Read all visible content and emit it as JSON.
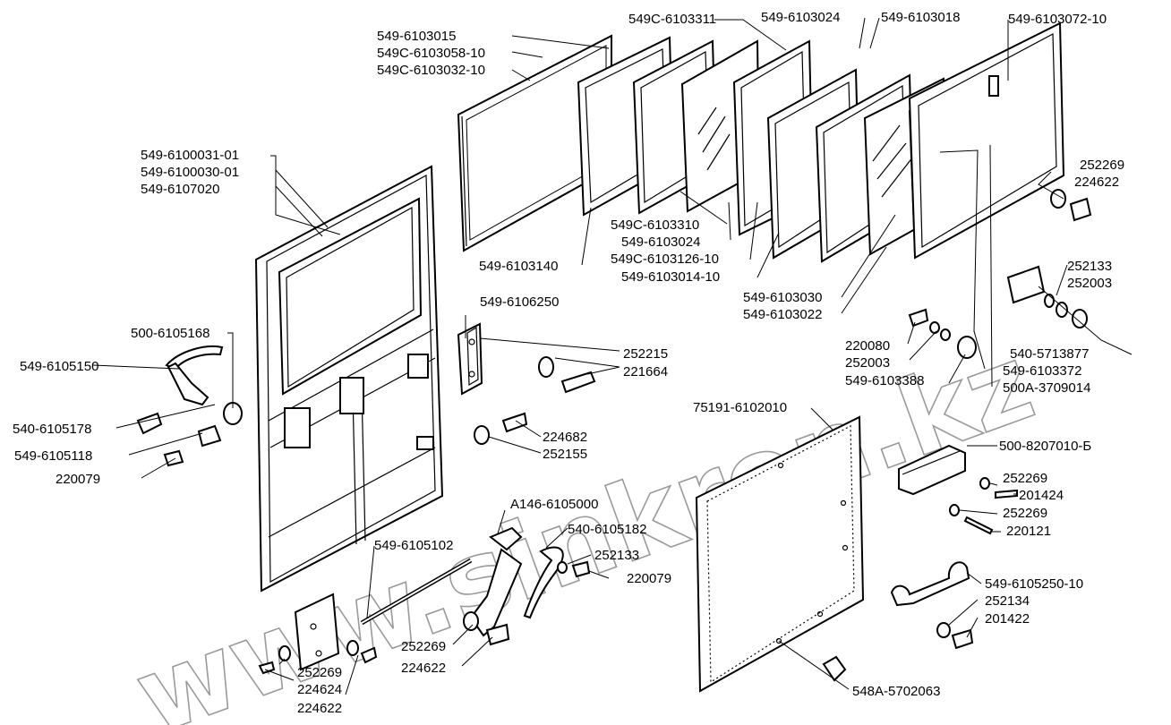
{
  "watermark": "www.sinkron.kz",
  "labels": {
    "l549_6103015": "549-6103015",
    "l549C_6103058_10": "549C-6103058-10",
    "l549C_6103032_10": "549C-6103032-10",
    "l549C_6103311": "549C-6103311",
    "l549_6103024_top": "549-6103024",
    "l549_6103018": "549-6103018",
    "l549_6103072_10": "549-6103072-10",
    "l549_6100031_01": "549-6100031-01",
    "l549_6100030_01": "549-6100030-01",
    "l549_6107020": "549-6107020",
    "l549C_6103310": "549C-6103310",
    "l549_6103024_mid": "549-6103024",
    "l549C_6103126_10": "549C-6103126-10",
    "l549_6103014_10": "549-6103014-10",
    "l549_6103140": "549-6103140",
    "l252269_a": "252269",
    "l224622_a": "224622",
    "l252133_a": "252133",
    "l252003_a": "252003",
    "l549_6103030": "549-6103030",
    "l549_6103022": "549-6103022",
    "l549_6106250": "549-6106250",
    "l500_6105168": "500-6105168",
    "l549_6105150": "549-6105150",
    "l252215": "252215",
    "l221664": "221664",
    "l220080": "220080",
    "l252003_b": "252003",
    "l549_6103388": "549-6103388",
    "l540_5713877": "540-5713877",
    "l549_6103372": "549-6103372",
    "l500A_3709014": "500A-3709014",
    "l540_6105178": "540-6105178",
    "l549_6105118": "549-6105118",
    "l220079_a": "220079",
    "l224682": "224682",
    "l252155": "252155",
    "l75191_6102010": "75191-6102010",
    "l500_8207010_B": "500-8207010-Б",
    "l252269_b": "252269",
    "l201424": "201424",
    "l252269_c": "252269",
    "l220121": "220121",
    "lA146_6105000": "A146-6105000",
    "l540_6105182": "540-6105182",
    "l549_6105102": "549-6105102",
    "l252133_b": "252133",
    "l220079_b": "220079",
    "l549_6105250_10": "549-6105250-10",
    "l252134": "252134",
    "l201422": "201422",
    "l252269_d": "252269",
    "l224622_b": "224622",
    "l252269_e": "252269",
    "l224624": "224624",
    "l224622_c": "224622",
    "l548A_5702063": "548A-5702063"
  }
}
